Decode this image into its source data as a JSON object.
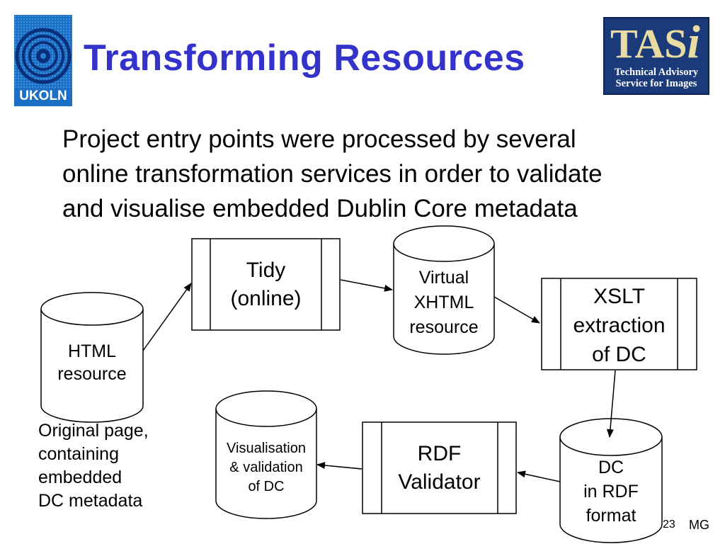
{
  "slide": {
    "title": "Transforming Resources",
    "intro_lines": [
      "Project entry points were processed by several",
      "online transformation services in order to validate",
      "and visualise embedded Dublin Core metadata"
    ],
    "accent_color": "#3333cc"
  },
  "logos": {
    "ukoln": {
      "text": "UKOLN",
      "icon": "ukoln-eye-logo"
    },
    "tasi": {
      "text": "TAS",
      "letter_i": "i",
      "subtitle_line1": "Technical Advisory",
      "subtitle_line2": "Service for Images",
      "background": "#1a3a7a",
      "letter_color": "#e8dca0"
    }
  },
  "diagram": {
    "html_resource": {
      "lines": [
        "HTML",
        "resource"
      ]
    },
    "tidy": {
      "lines": [
        "Tidy",
        "(online)"
      ]
    },
    "virtual_xhtml": {
      "lines": [
        "Virtual",
        "XHTML",
        "resource"
      ]
    },
    "xslt": {
      "lines": [
        "XSLT",
        "extraction",
        "of DC"
      ]
    },
    "dc_rdf": {
      "lines": [
        "DC",
        "in RDF",
        "format"
      ]
    },
    "rdf_validator": {
      "lines": [
        "RDF",
        "Validator"
      ]
    },
    "visualisation": {
      "lines": [
        "Visualisation",
        "& validation",
        "of DC"
      ]
    },
    "caption_lines": [
      "Original page,",
      "containing",
      "embedded",
      "DC metadata"
    ]
  },
  "footer": {
    "page_number": "23",
    "author": "MG"
  }
}
